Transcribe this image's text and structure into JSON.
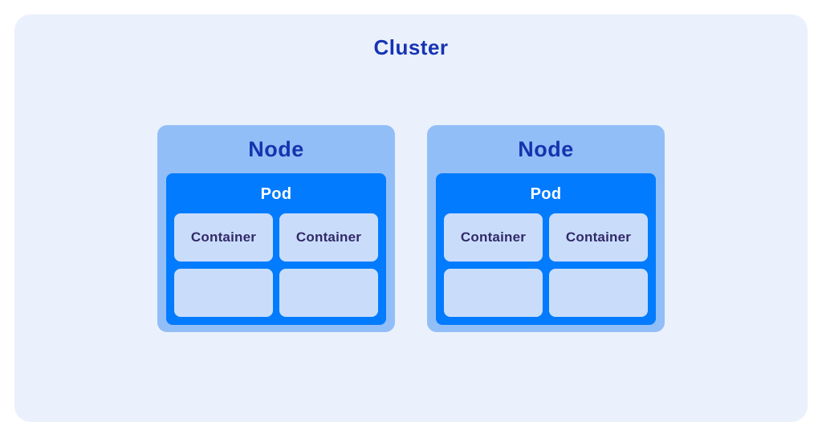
{
  "diagram": {
    "title": "Cluster",
    "nodes": [
      {
        "label": "Node",
        "pod": {
          "label": "Pod",
          "containers": [
            {
              "label": "Container"
            },
            {
              "label": "Container"
            },
            {
              "label": ""
            },
            {
              "label": ""
            }
          ]
        }
      },
      {
        "label": "Node",
        "pod": {
          "label": "Pod",
          "containers": [
            {
              "label": "Container"
            },
            {
              "label": "Container"
            },
            {
              "label": ""
            },
            {
              "label": ""
            }
          ]
        }
      }
    ]
  },
  "colors": {
    "page-bg": "#ffffff",
    "panel-bg": "#eaf1fc",
    "title-text": "#1733b4",
    "node-bg": "#92bef8",
    "node-text": "#1434ae",
    "pod-bg": "#027bfe",
    "pod-text": "#ffffff",
    "container-bg": "#c9ddfb",
    "container-text": "#322968"
  }
}
